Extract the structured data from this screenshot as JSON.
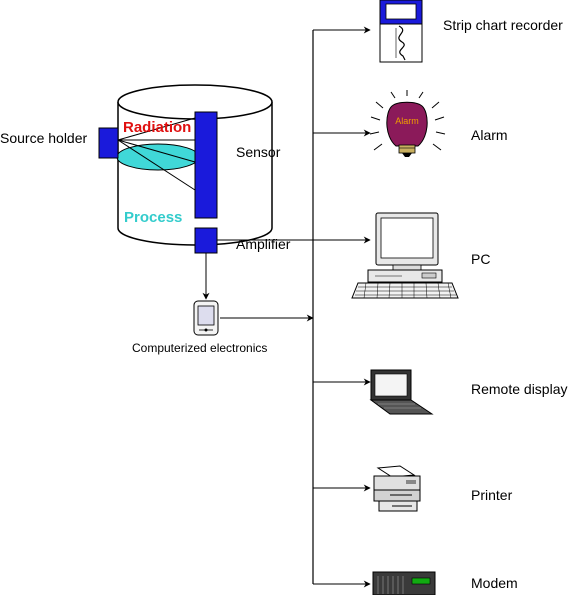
{
  "labels": {
    "source_holder": "Source holder",
    "radiation": "Radiation",
    "process": "Process",
    "sensor": "Sensor",
    "amplifier": "Amplifier",
    "computerized_electronics": "Computerized electronics",
    "strip_chart_recorder": "Strip chart recorder",
    "alarm": "Alarm",
    "alarm_bulb_text": "Alarm",
    "pc": "PC",
    "remote_display": "Remote display",
    "printer": "Printer",
    "modem": "Modem"
  },
  "colors": {
    "blue": "#1a1adb",
    "radiation_text": "#e01010",
    "process_text": "#33cccc",
    "disc_fill": "#40d8d8",
    "bulb_fill": "#8b1a5a",
    "bulb_text": "#f0a000"
  },
  "icons": [
    "pda-icon",
    "strip-chart-recorder-icon",
    "alarm-bulb-icon",
    "pc-icon",
    "laptop-icon",
    "printer-icon",
    "modem-icon"
  ]
}
